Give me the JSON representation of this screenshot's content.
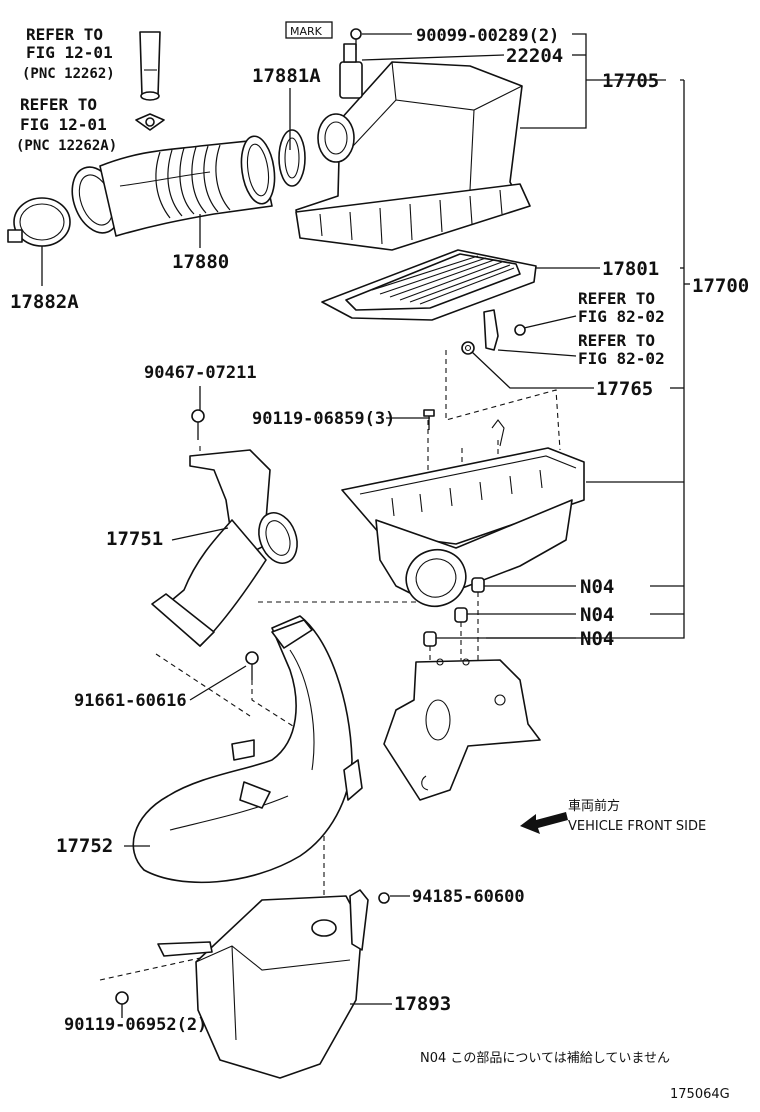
{
  "refs": {
    "r1_line1": "REFER TO",
    "r1_line2": "FIG 12-01",
    "r1_line3": "(PNC 12262)",
    "r2_line1": "REFER TO",
    "r2_line2": "FIG 12-01",
    "r2_line3": "(PNC 12262A)",
    "r3_line1": "REFER TO",
    "r3_line2": "FIG 82-02",
    "r4_line1": "REFER TO",
    "r4_line2": "FIG 82-02"
  },
  "mark_label": "MARK",
  "parts": {
    "p90099": "90099-00289(2)",
    "p22204": "22204",
    "p17705": "17705",
    "p17881A": "17881A",
    "p17880": "17880",
    "p17882A": "17882A",
    "p17801": "17801",
    "p17700": "17700",
    "p17765": "17765",
    "p90467": "90467-07211",
    "p90119a": "90119-06859(3)",
    "p17751": "17751",
    "pN04a": "N04",
    "pN04b": "N04",
    "pN04c": "N04",
    "p91661": "91661-60616",
    "p17752": "17752",
    "p94185": "94185-60600",
    "p17893": "17893",
    "p90119b": "90119-06952(2)"
  },
  "front": {
    "jp": "車両前方",
    "en": "VEHICLE FRONT SIDE"
  },
  "footnote": "N04 この部品については補給していません",
  "fig_id": "175064G"
}
